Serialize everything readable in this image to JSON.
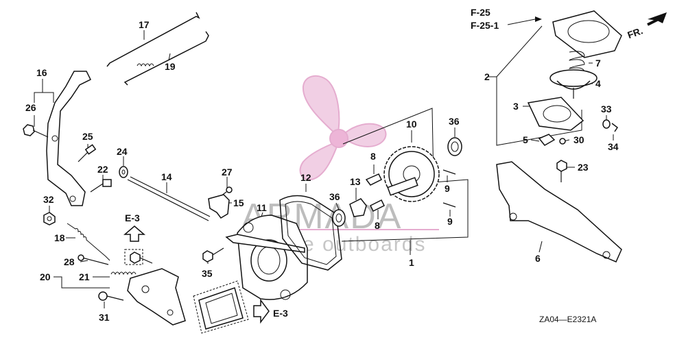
{
  "diagram": {
    "labels": {
      "n1": "1",
      "n2": "2",
      "n3": "3",
      "n4": "4",
      "n5": "5",
      "n6": "6",
      "n7": "7",
      "n8a": "8",
      "n8b": "8",
      "n9a": "9",
      "n9b": "9",
      "n10": "10",
      "n11": "11",
      "n12": "12",
      "n13": "13",
      "n14": "14",
      "n15": "15",
      "n16": "16",
      "n17": "17",
      "n18": "18",
      "n19": "19",
      "n20": "20",
      "n21": "21",
      "n22": "22",
      "n23": "23",
      "n24": "24",
      "n25": "25",
      "n26": "26",
      "n27": "27",
      "n28": "28",
      "n30": "30",
      "n31": "31",
      "n32": "32",
      "n33": "33",
      "n34": "34",
      "n35": "35",
      "n36a": "36",
      "n36b": "36"
    },
    "references": {
      "f25": "F-25",
      "f251": "F-25-1",
      "e3_top": "E-3",
      "e3_bottom": "E-3",
      "front": "FR."
    },
    "drawing_code": "ZA04—E2321A"
  },
  "watermark": {
    "title": "ARMADA",
    "subtitle": "marine outboards",
    "color": "#c8559a"
  }
}
